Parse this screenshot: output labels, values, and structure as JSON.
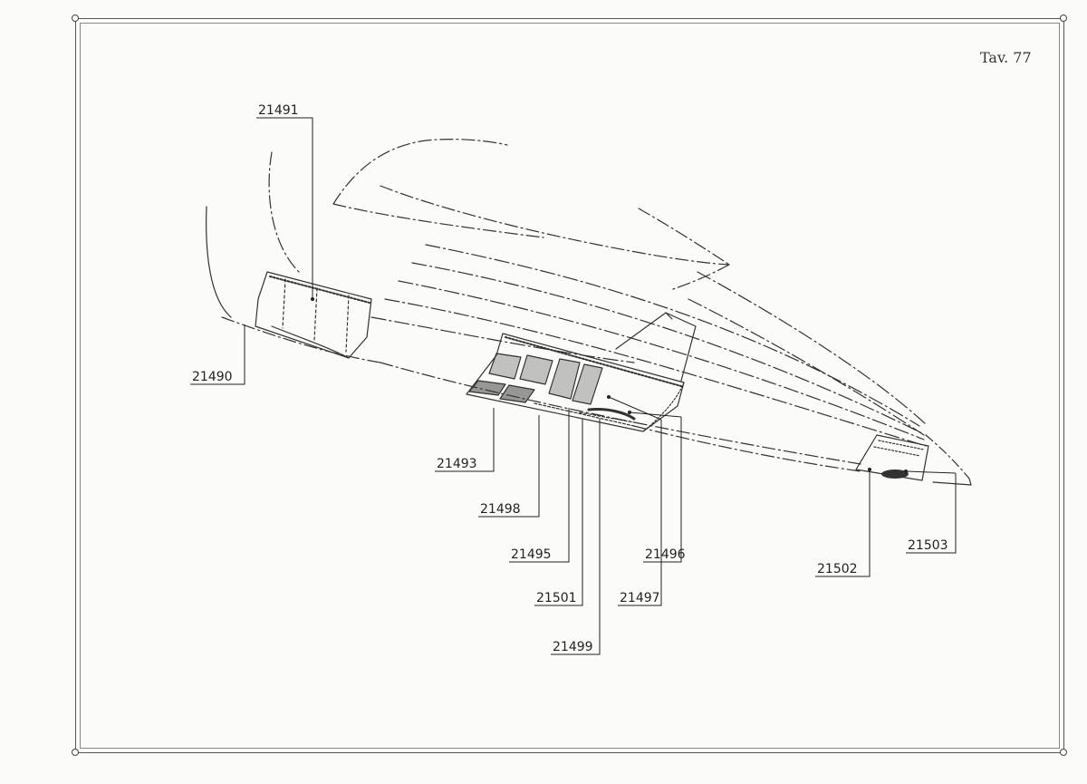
{
  "plate": {
    "label": "Tav. 77"
  },
  "callouts": [
    {
      "id": "21491",
      "text": "21491"
    },
    {
      "id": "21490",
      "text": "21490"
    },
    {
      "id": "21493",
      "text": "21493"
    },
    {
      "id": "21498",
      "text": "21498"
    },
    {
      "id": "21495",
      "text": "21495"
    },
    {
      "id": "21496",
      "text": "21496"
    },
    {
      "id": "21501",
      "text": "21501"
    },
    {
      "id": "21497",
      "text": "21497"
    },
    {
      "id": "21499",
      "text": "21499"
    },
    {
      "id": "21502",
      "text": "21502"
    },
    {
      "id": "21503",
      "text": "21503"
    }
  ]
}
